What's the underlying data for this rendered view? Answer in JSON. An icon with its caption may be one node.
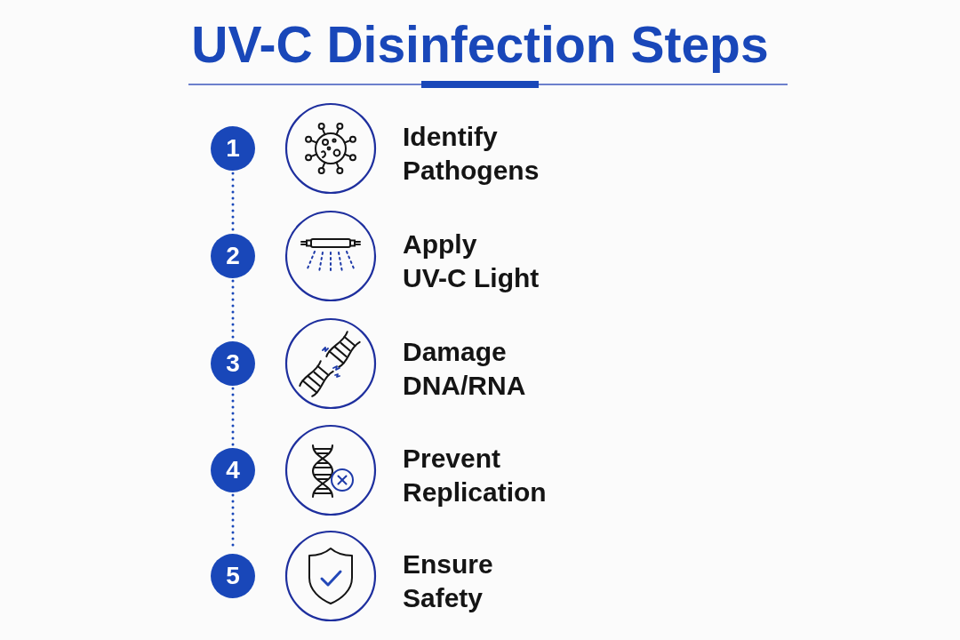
{
  "diagram": {
    "title": "UV-C Disinfection Steps",
    "nodes": [
      {
        "text": [
          "1"
        ]
      },
      {
        "text": [
          "2"
        ]
      },
      {
        "text": [
          "3"
        ]
      },
      {
        "text": [
          "4"
        ]
      },
      {
        "text": [
          "5"
        ]
      }
    ],
    "edges": [
      {
        "from": 0,
        "to": 1,
        "arrow": "none",
        "style": "dashed"
      },
      {
        "from": 1,
        "to": 2,
        "arrow": "none",
        "style": "dashed"
      },
      {
        "from": 2,
        "to": 3,
        "arrow": "none",
        "style": "dashed"
      },
      {
        "from": 3,
        "to": 4,
        "arrow": "none",
        "style": "dashed"
      }
    ],
    "labels": [
      "Identify Pathogens",
      "Apply UV-C Light",
      "Damage DNA/RNA",
      "Prevent Replication",
      "Ensure Safety"
    ]
  }
}
